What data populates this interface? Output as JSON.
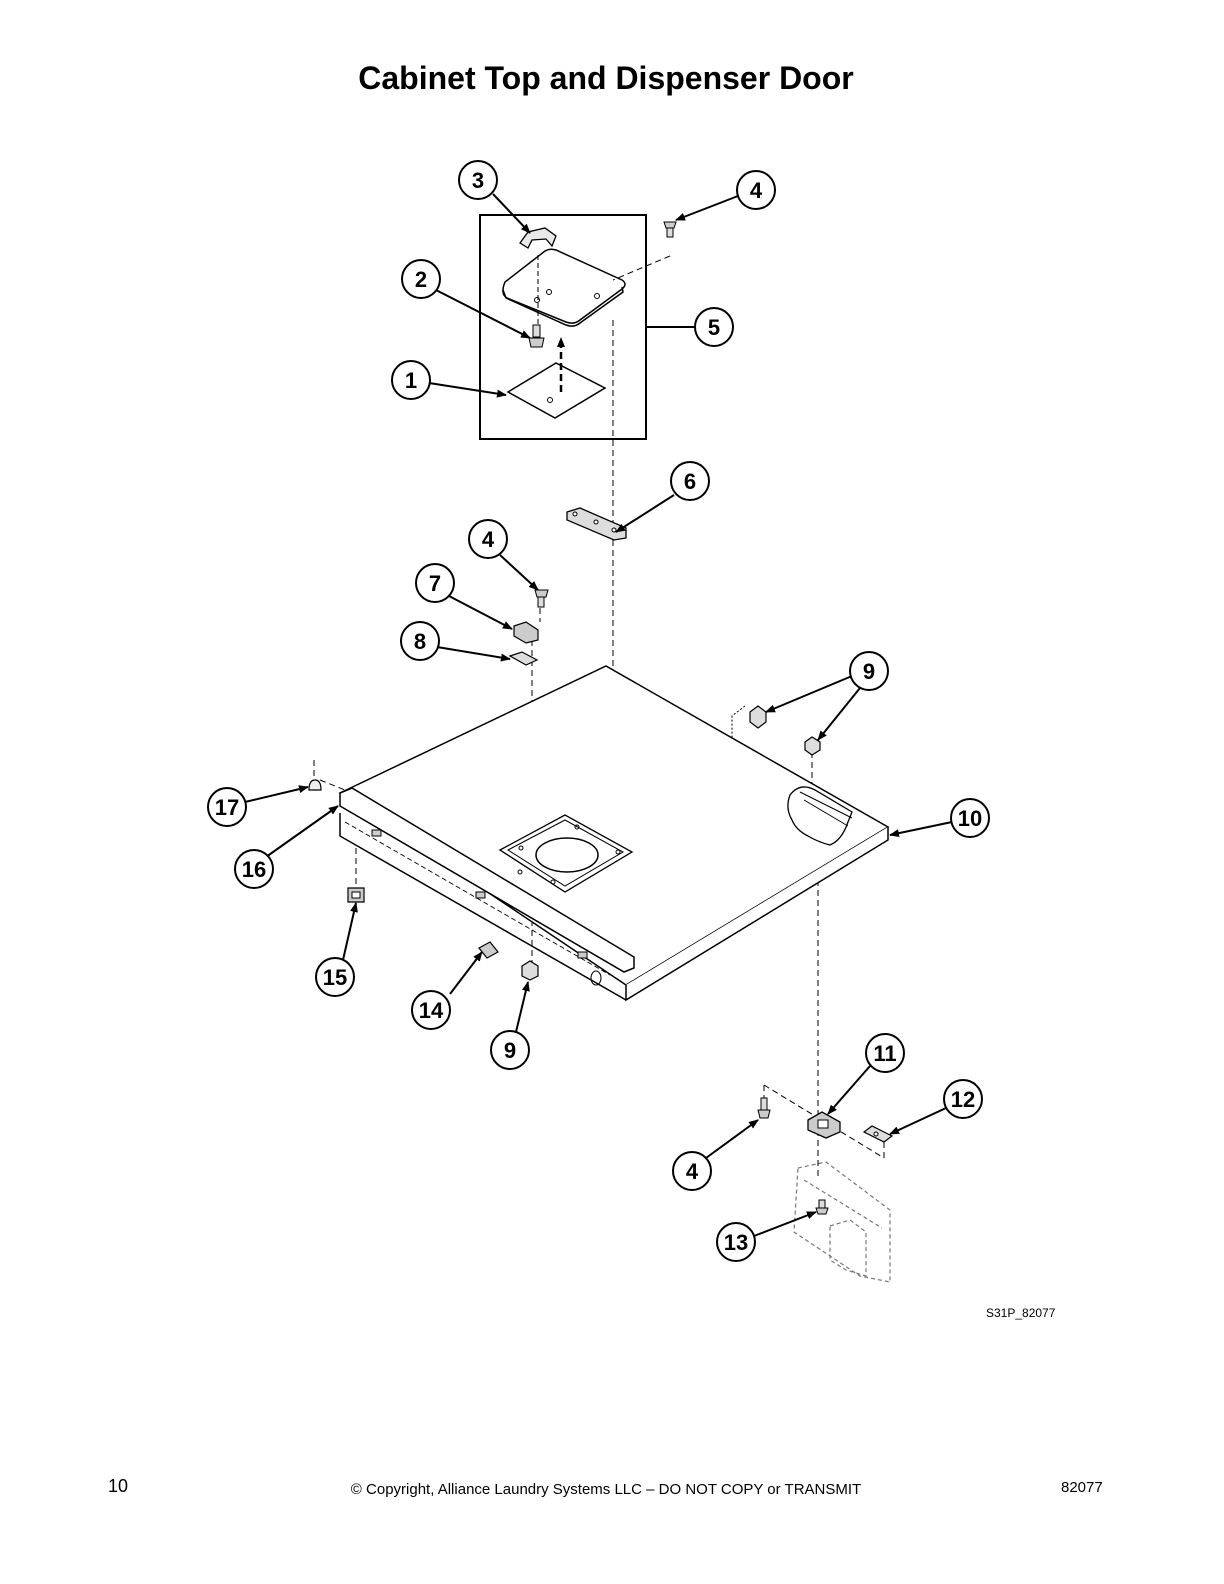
{
  "page": {
    "title": "Cabinet Top and Dispenser Door",
    "figure_id": "S31P_82077",
    "page_number": "10",
    "copyright": "© Copyright, Alliance Laundry Systems LLC – DO NOT COPY or TRANSMIT",
    "document_number": "82077"
  },
  "callouts": [
    {
      "label": "1"
    },
    {
      "label": "2"
    },
    {
      "label": "3"
    },
    {
      "label": "4"
    },
    {
      "label": "5"
    },
    {
      "label": "6"
    },
    {
      "label": "4"
    },
    {
      "label": "7"
    },
    {
      "label": "8"
    },
    {
      "label": "9"
    },
    {
      "label": "17"
    },
    {
      "label": "16"
    },
    {
      "label": "10"
    },
    {
      "label": "15"
    },
    {
      "label": "14"
    },
    {
      "label": "9"
    },
    {
      "label": "11"
    },
    {
      "label": "12"
    },
    {
      "label": "4"
    },
    {
      "label": "13"
    }
  ]
}
